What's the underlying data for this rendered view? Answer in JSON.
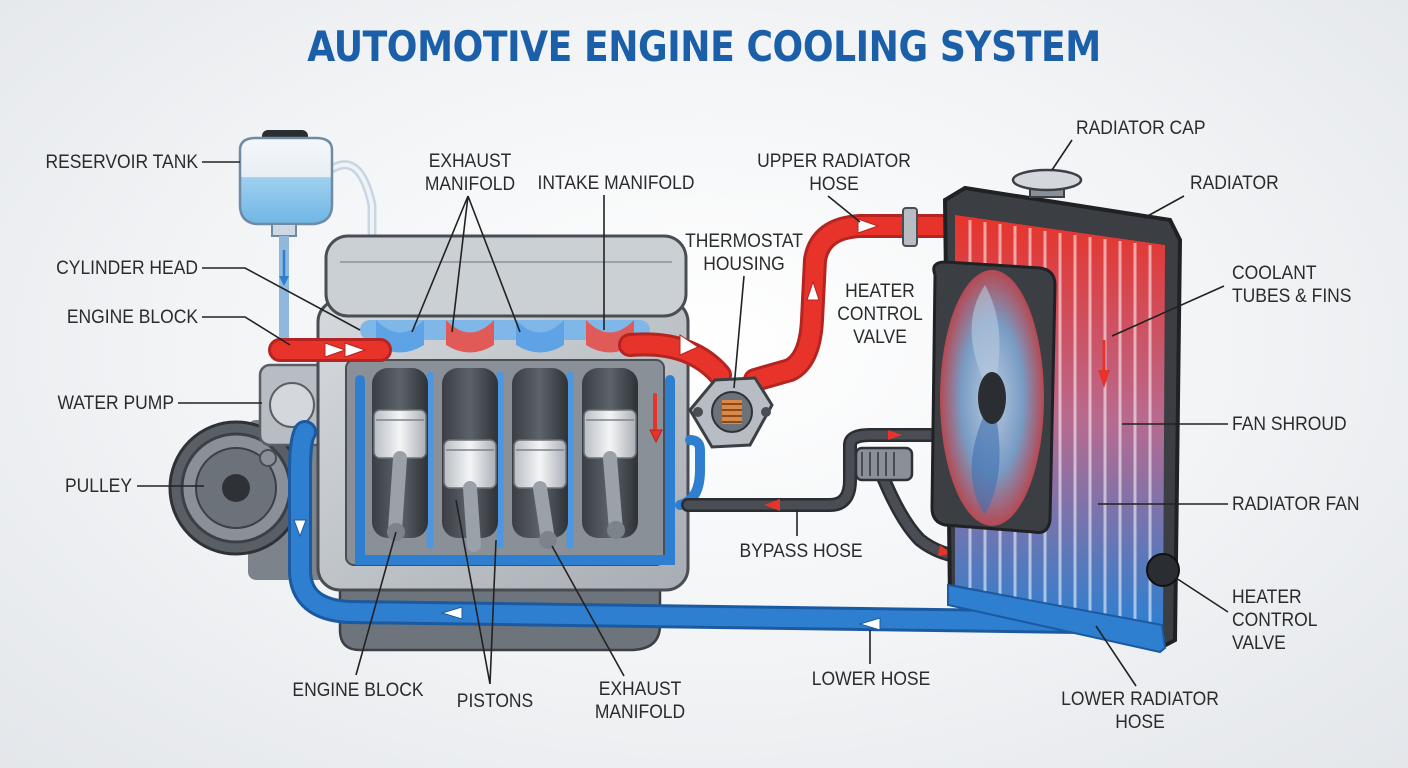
{
  "title": "AUTOMOTIVE ENGINE COOLING SYSTEM",
  "labels": {
    "reservoir_tank": "RESERVOIR TANK",
    "cylinder_head": "CYLINDER HEAD",
    "engine_block_left": "ENGINE BLOCK",
    "water_pump": "WATER PUMP",
    "pulley": "PULLEY",
    "exhaust_manifold_top": [
      "EXHAUST",
      "MANIFOLD"
    ],
    "intake_manifold": "INTAKE MANIFOLD",
    "thermostat_housing": [
      "THERMOSTAT",
      "HOUSING"
    ],
    "upper_radiator_hose": [
      "UPPER RADIATOR",
      "HOSE"
    ],
    "heater_control_valve_mid": [
      "HEATER",
      "CONTROL",
      "VALVE"
    ],
    "radiator_cap": "RADIATOR CAP",
    "radiator": "RADIATOR",
    "coolant_tubes_fins": [
      "COOLANT",
      "TUBES & FINS"
    ],
    "fan_shroud": "FAN SHROUD",
    "radiator_fan": "RADIATOR FAN",
    "heater_control_valve_right": [
      "HEATER",
      "CONTROL",
      "VALVE"
    ],
    "bypass_hose": "BYPASS HOSE",
    "lower_hose": "LOWER HOSE",
    "lower_radiator_hose": [
      "LOWER RADIATOR",
      "HOSE"
    ],
    "engine_block_bottom": "ENGINE BLOCK",
    "pistons": "PISTONS",
    "exhaust_manifold_bottom": [
      "EXHAUST",
      "MANIFOLD"
    ]
  },
  "colors": {
    "title": "#1a5fa8",
    "hot_coolant": "#e8332a",
    "cold_coolant": "#2f7fd0",
    "engine_metal": "#c9ced3",
    "radiator_frame": "#3b3e42"
  }
}
